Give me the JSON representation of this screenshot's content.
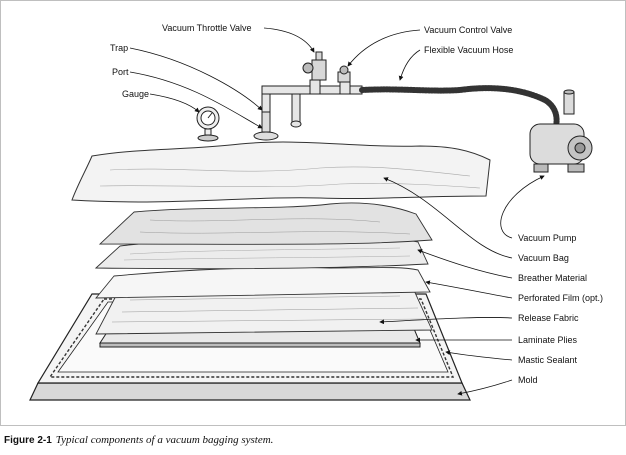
{
  "labels": {
    "trap": "Trap",
    "port": "Port",
    "gauge": "Gauge",
    "vacuum_throttle_valve": "Vacuum Throttle Valve",
    "vacuum_control_valve": "Vacuum Control Valve",
    "flexible_vacuum_hose": "Flexible Vacuum Hose",
    "vacuum_pump": "Vacuum Pump",
    "vacuum_bag": "Vacuum Bag",
    "breather_material": "Breather Material",
    "perforated_film": "Perforated Film (opt.)",
    "release_fabric": "Release Fabric",
    "laminate_plies": "Laminate Plies",
    "mastic_sealant": "Mastic Sealant",
    "mold": "Mold"
  },
  "caption": {
    "number": "Figure 2-1",
    "text": "Typical components of a vacuum bagging system."
  }
}
